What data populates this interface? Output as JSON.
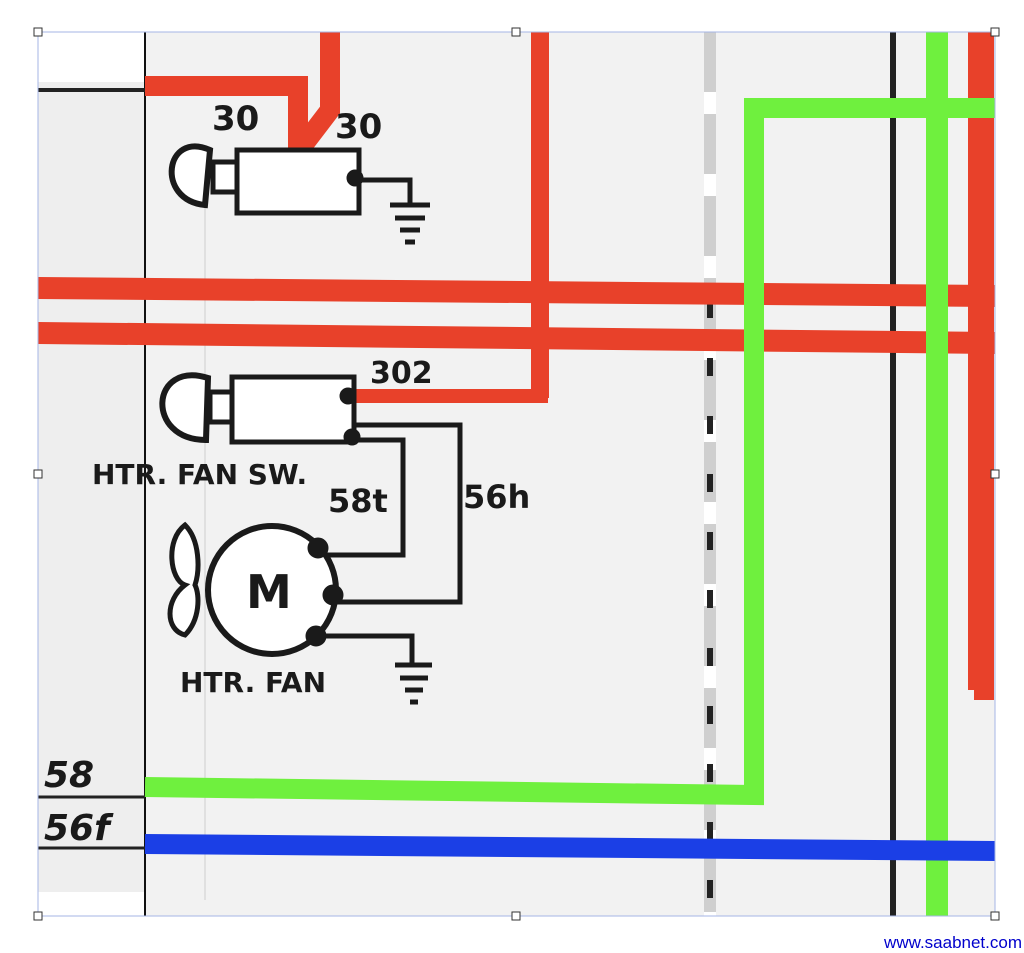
{
  "components": {
    "top_switch": {
      "pin_left": "30",
      "pin_right": "30"
    },
    "heater_fan_switch": {
      "label": "HTR. FAN SW.",
      "pin_out": "302",
      "pin_58t": "58t",
      "pin_56h": "56h"
    },
    "heater_fan_motor": {
      "label": "HTR. FAN",
      "symbol": "M"
    }
  },
  "left_strip": {
    "label_upper": "58",
    "label_lower": "56f"
  },
  "wire_colors": {
    "red": "#e8412a",
    "green": "#6ff03e",
    "blue": "#1b3fe6"
  },
  "watermark": "www.saabnet.com"
}
